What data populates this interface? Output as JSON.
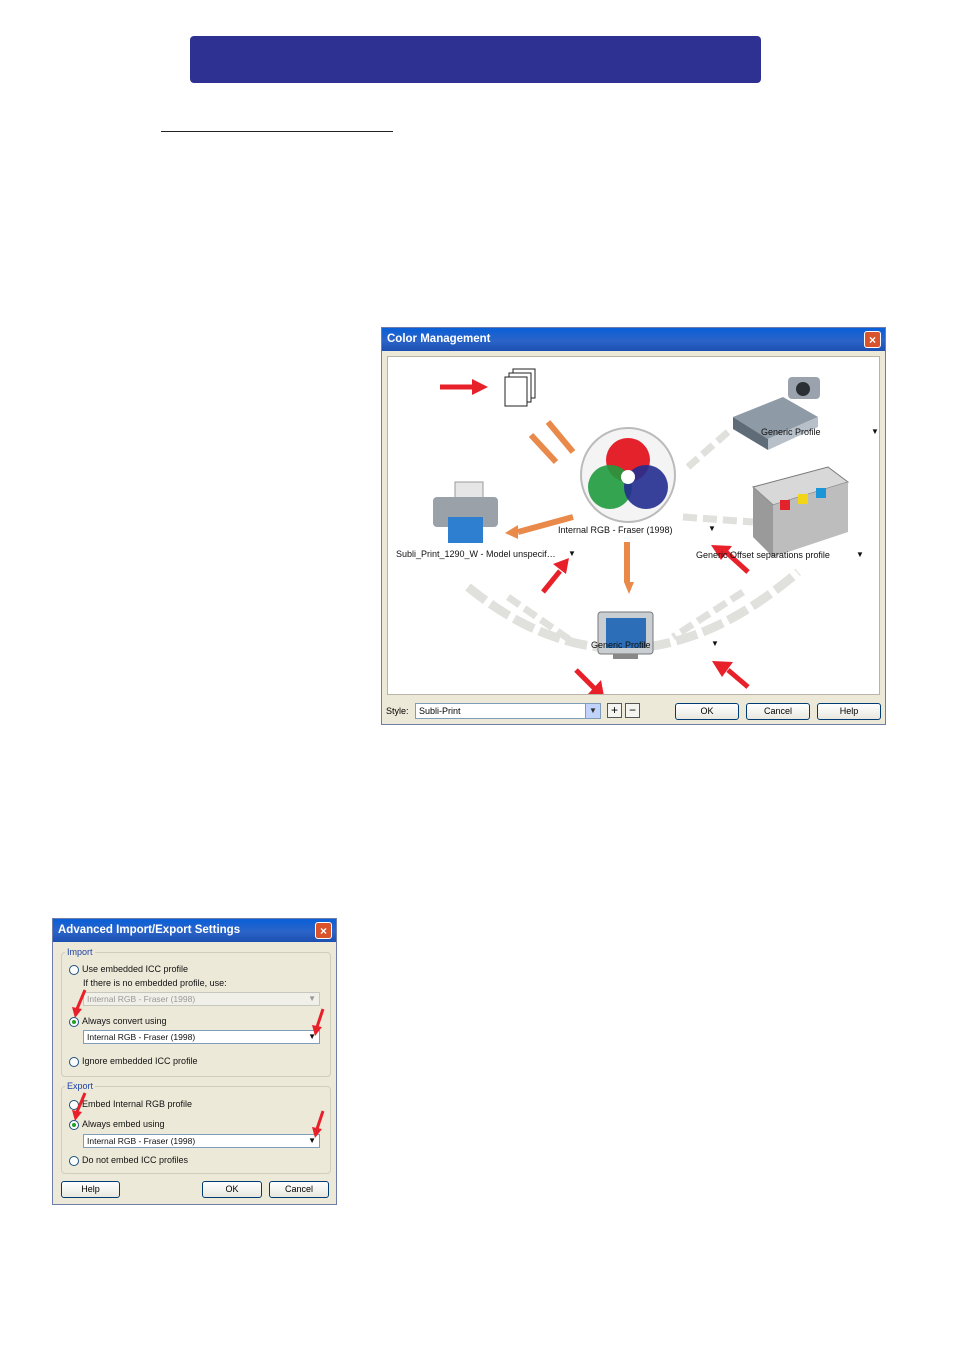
{
  "color_management": {
    "title": "Color Management",
    "close": "×",
    "labels": {
      "scanner_profile": "Generic Profile",
      "internal_rgb": "Internal RGB - Fraser (1998)",
      "printer_profile": "Subli_Print_1290_W  - Model unspecif…",
      "separations_profile": "Generic Offset separations profile",
      "monitor_profile": "Generic Profile"
    },
    "style_label": "Style:",
    "style_value": "Subli-Print",
    "add": "+",
    "remove": "−",
    "buttons": {
      "ok": "OK",
      "cancel": "Cancel",
      "help": "Help"
    }
  },
  "advanced": {
    "title": "Advanced Import/Export Settings",
    "close": "×",
    "import": {
      "title": "Import",
      "use_embedded": "Use embedded ICC profile",
      "no_embedded_note": "If there is no embedded profile, use:",
      "fallback_value": "Internal RGB - Fraser (1998)",
      "always_convert": "Always convert using",
      "convert_value": "Internal RGB - Fraser (1998)",
      "ignore": "Ignore embedded ICC profile"
    },
    "export": {
      "title": "Export",
      "embed_internal": "Embed Internal RGB profile",
      "always_embed": "Always embed using",
      "embed_value": "Internal RGB - Fraser (1998)",
      "do_not_embed": "Do not embed ICC profiles"
    },
    "buttons": {
      "help": "Help",
      "ok": "OK",
      "cancel": "Cancel"
    }
  },
  "colors": {
    "banner": "#2e3192",
    "arrow_red": "#e8202a",
    "flow_orange": "#e98a4a"
  }
}
